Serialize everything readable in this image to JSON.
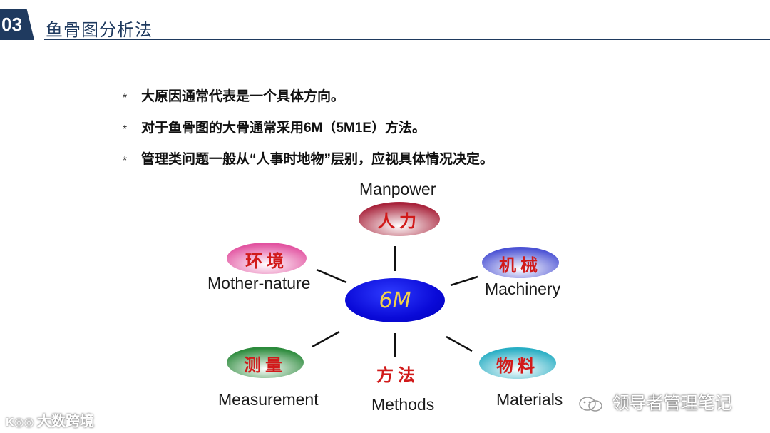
{
  "header": {
    "number": "03",
    "title": "鱼骨图分析法"
  },
  "bullets": [
    {
      "marker": "*",
      "text": "大原因通常代表是一个具体方向。"
    },
    {
      "marker": "*",
      "text": "对于鱼骨图的大骨通常采用6M（5M1E）方法。"
    },
    {
      "marker": "*",
      "text": "管理类问题一般从“人事时地物”层别，应视具体情况决定。"
    }
  ],
  "diagram": {
    "center": "6M",
    "nodes": {
      "manpower": {
        "cn": "人力",
        "en": "Manpower",
        "color": "#b0263f"
      },
      "machinery": {
        "cn": "机械",
        "en": "Machinery",
        "color": "#5a5fd6"
      },
      "materials": {
        "cn": "物料",
        "en": "Materials",
        "color": "#33b6c9"
      },
      "methods": {
        "cn": "方法",
        "en": "Methods",
        "color": "#ffffff"
      },
      "measurement": {
        "cn": "测量",
        "en": "Measurement",
        "color": "#2f8a3f"
      },
      "mothernature": {
        "cn": "环境",
        "en": "Mother-nature",
        "color": "#e45aa6"
      }
    }
  },
  "watermarks": {
    "left": "大数跨境",
    "right": "领导者管理笔记"
  }
}
